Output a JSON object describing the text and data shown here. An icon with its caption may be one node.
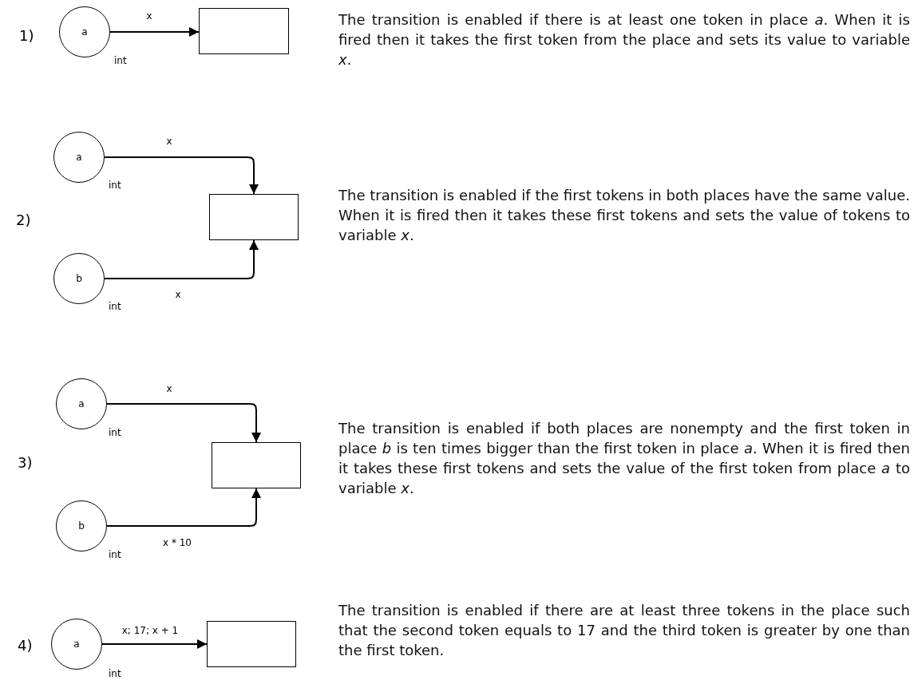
{
  "diagram": {
    "nodes": [
      {
        "text": [
          "a"
        ],
        "beside": [
          "int"
        ]
      },
      {
        "text": [],
        "shape": "box"
      },
      {
        "text": [
          "a"
        ],
        "beside": [
          "int"
        ]
      },
      {
        "text": [],
        "shape": "box"
      },
      {
        "text": [
          "b"
        ],
        "beside": [
          "int"
        ]
      },
      {
        "text": [
          "a"
        ],
        "beside": [
          "int"
        ]
      },
      {
        "text": [],
        "shape": "box"
      },
      {
        "text": [
          "b"
        ],
        "beside": [
          "int"
        ]
      },
      {
        "text": [
          "a"
        ],
        "beside": [
          "int"
        ]
      },
      {
        "text": [],
        "shape": "box"
      }
    ],
    "edges": [
      {
        "from": 0,
        "to": 1,
        "arrow": "to",
        "label": "x"
      },
      {
        "from": 2,
        "to": 3,
        "arrow": "to",
        "label": "x"
      },
      {
        "from": 4,
        "to": 3,
        "arrow": "to",
        "label": "x"
      },
      {
        "from": 5,
        "to": 6,
        "arrow": "to",
        "label": "x"
      },
      {
        "from": 7,
        "to": 6,
        "arrow": "to",
        "label": "x * 10"
      },
      {
        "from": 8,
        "to": 9,
        "arrow": "to",
        "label": "x; 17; x + 1"
      }
    ],
    "labels": [
      "1)",
      "The transition is enabled if there is at least one token in place *a*. When it is fired then it takes the first token from the place and sets its value to variable *x*.",
      "2)",
      "The transition is enabled if the first tokens in both places have the same value. When it is fired then it takes these first tokens and sets the value of tokens to variable *x*.",
      "3)",
      "The transition is enabled if both places are nonempty and the first token in place *b* is ten times bigger than the first token in place *a*. When it is fired then it takes these first tokens and sets the value of the first token from place *a* to variable *x*.",
      "4)",
      "The transition is enabled if there are at least three tokens in the place such that the second token equals to 17 and the third token is greater by one than the first token."
    ]
  }
}
